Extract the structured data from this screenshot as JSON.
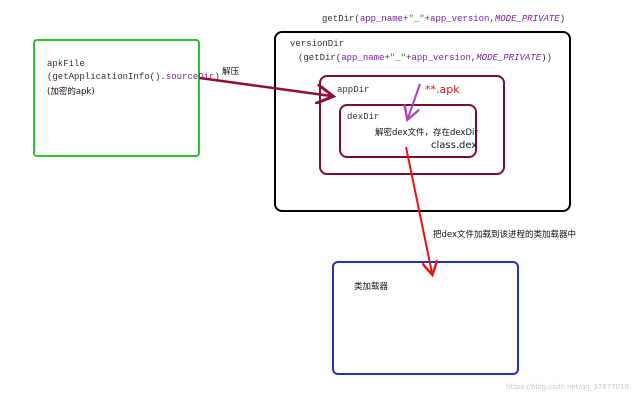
{
  "top_label": {
    "prefix": "getDir(",
    "p1": "app_name",
    "plus1": "+",
    "q1": "\"_\"",
    "plus2": "+",
    "p2": "app_version",
    "comma": ",",
    "p3": "MODE_PRIVATE",
    "suffix": ")"
  },
  "apkfile": {
    "line1": "apkFile",
    "line2_prefix": "(getApplicationInfo().",
    "line2_field": "sourceDir",
    "line2_suffix": ")",
    "note": "(加密的apk)"
  },
  "unzip_label": "解压",
  "versiondir": {
    "title": "versionDir",
    "sub_prefix": "(getDir(",
    "p1": "app_name",
    "plus1": "+",
    "q1": "\"_\"",
    "plus2": "+",
    "p2": "app_version",
    "comma": ",",
    "p3": "MODE_PRIVATE",
    "suffix": "))"
  },
  "appdir": {
    "title": "appDir",
    "apk_label": "**.apk"
  },
  "dexdir": {
    "title": "dexDir",
    "desc": "解密dex文件，存在dexDir",
    "file": "class.dex"
  },
  "load_label": "把dex文件加载到该进程的类加载器中",
  "classloader": {
    "title": "类加载器"
  },
  "watermark": "https://blog.csdn.net/qq_37877010",
  "colors": {
    "green": "#33bb33",
    "black": "#000000",
    "maroon": "#7a0f2a",
    "blue": "#2233bb",
    "red": "#ee1111",
    "purple": "#aa44bb",
    "arrow_maroon": "#8a1040"
  }
}
